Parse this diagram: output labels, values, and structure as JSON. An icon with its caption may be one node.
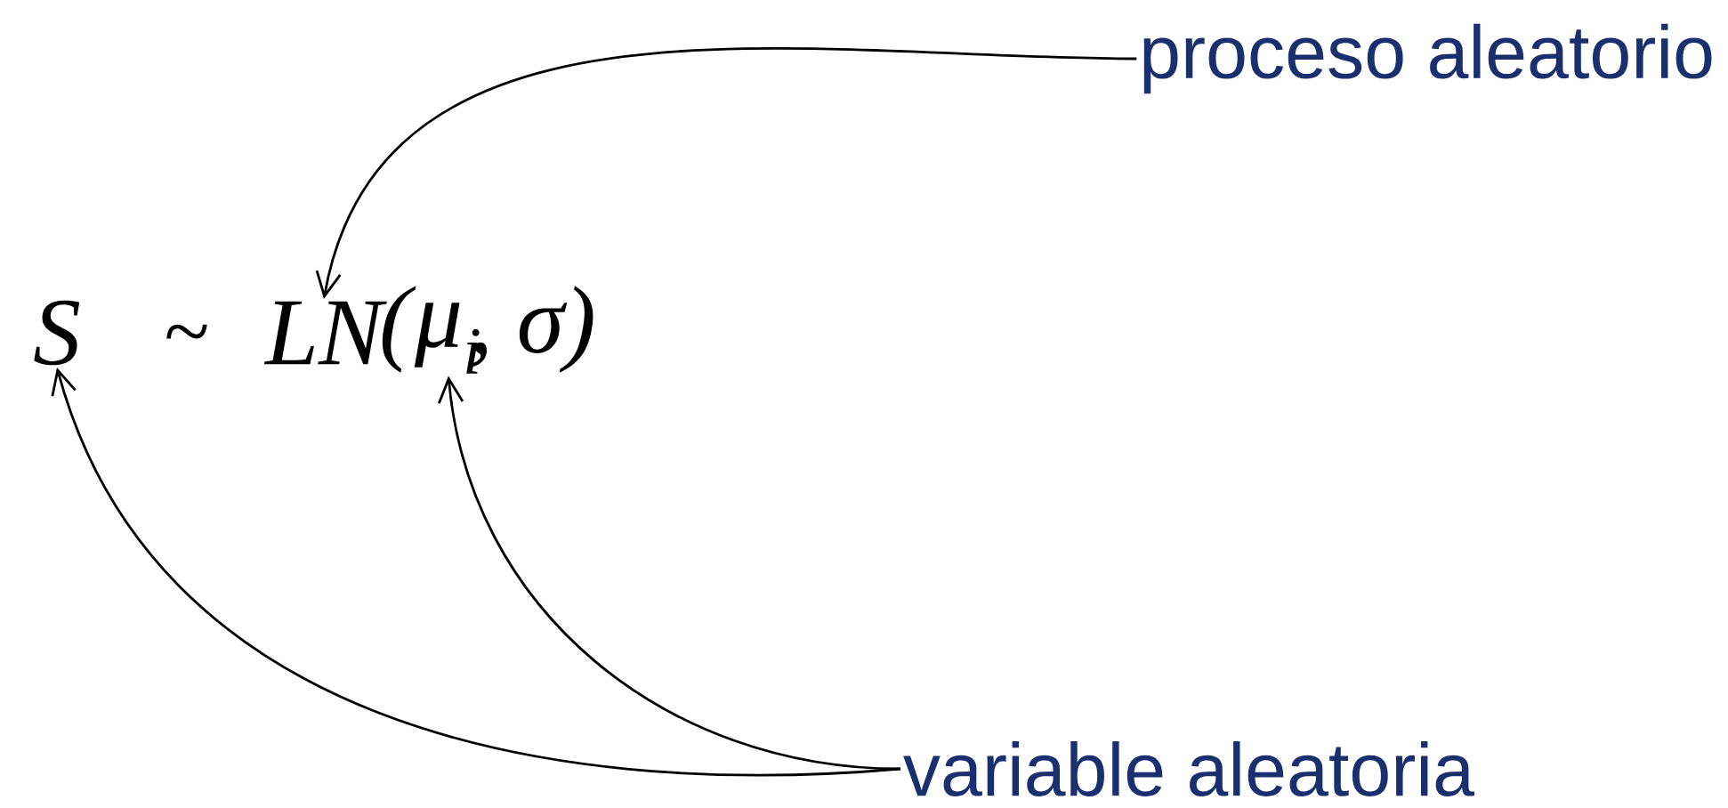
{
  "diagram": {
    "nodes": [
      {
        "text": [
          "proceso aleatorio"
        ]
      },
      {
        "text": [
          "S"
        ]
      },
      {
        "text": [
          "LN"
        ]
      },
      {
        "text": [
          "μ$_{i}$"
        ]
      },
      {
        "text": [
          "variable aleatoria"
        ]
      }
    ],
    "edges": [
      {
        "from": 0,
        "to": 2,
        "arrow": "to"
      },
      {
        "from": 4,
        "to": 1,
        "arrow": "to"
      },
      {
        "from": 4,
        "to": 3,
        "arrow": "to"
      }
    ],
    "labels": [
      "~",
      "(",
      ", σ)"
    ]
  }
}
